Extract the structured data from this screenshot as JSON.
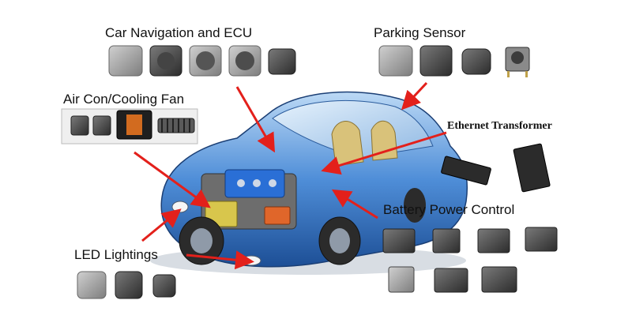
{
  "labels": {
    "car_navigation": "Car Navigation and ECU",
    "parking_sensor": "Parking Sensor",
    "air_con": "Air Con/Cooling Fan",
    "ethernet_transformer": "Ethernet Transformer",
    "battery_power": "Battery Power Control",
    "led_lightings": "LED Lightings"
  },
  "colors": {
    "arrow": "#e3201b",
    "car_body": "#4f8ed8",
    "component_dark": "#3b3b3b",
    "component_light": "#9a9a9a"
  }
}
